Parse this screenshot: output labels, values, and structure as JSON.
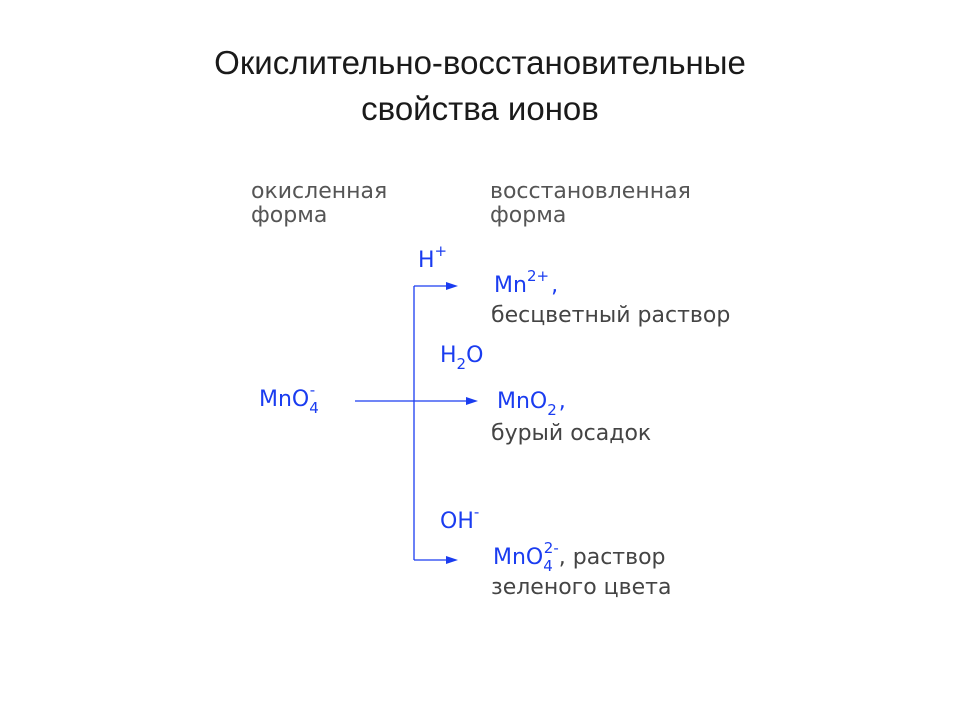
{
  "colors": {
    "accent": "#1a3cf0",
    "label": "#555555",
    "caption": "#444444"
  },
  "title": {
    "line1": "Окислительно-восстановительные",
    "line2": "свойства ионов"
  },
  "headers": {
    "oxidized_line1": "окисленная",
    "oxidized_line2": "форма",
    "reduced_line1": "восстановленная",
    "reduced_line2": "форма"
  },
  "reactant": {
    "base": "MnO",
    "sub": "4",
    "sup": "-"
  },
  "branches": [
    {
      "medium_base": "H",
      "medium_sub": "",
      "medium_tail": "",
      "medium_sup": "+",
      "product_base": "Mn",
      "product_sub": "",
      "product_sup": "2+",
      "product_suffix": ",",
      "caption": "бесцветный раствор"
    },
    {
      "medium_base": "H",
      "medium_sub": "2",
      "medium_tail": "O",
      "medium_sup": "",
      "product_base": "MnO",
      "product_sub": "2",
      "product_sup": "",
      "product_suffix": ",",
      "caption": "бурый осадок"
    },
    {
      "medium_base": "OH",
      "medium_sub": "",
      "medium_tail": "",
      "medium_sup": "-",
      "product_base": "MnO",
      "product_sub": "4",
      "product_sup": "2-",
      "product_suffix": ", раствор",
      "caption": "зеленого цвета"
    }
  ]
}
